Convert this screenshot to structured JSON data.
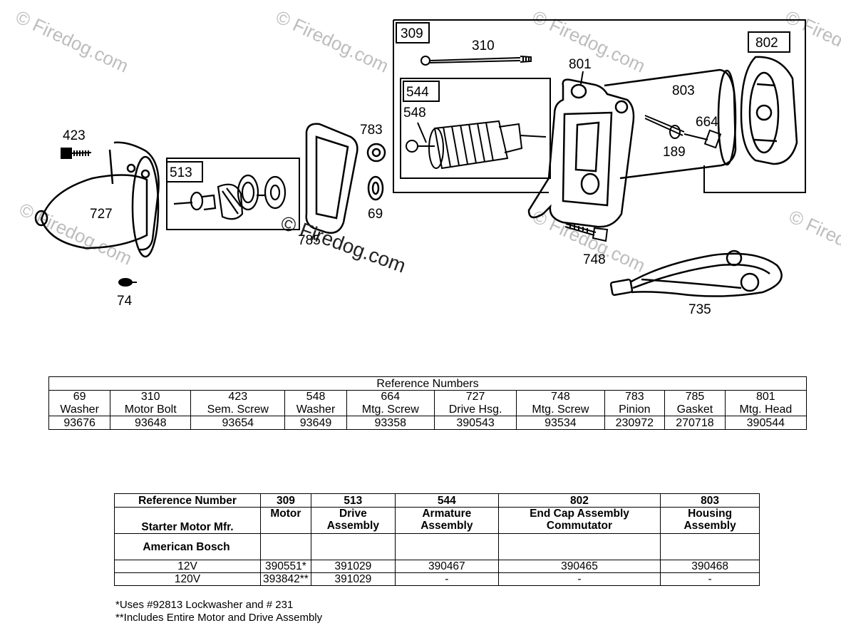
{
  "callouts": {
    "c309": "309",
    "c310": "310",
    "c544": "544",
    "c548": "548",
    "c801": "801",
    "c802": "802",
    "c803": "803",
    "c664": "664",
    "c189": "189",
    "c783": "783",
    "c69": "69",
    "c423": "423",
    "c513": "513",
    "c727": "727",
    "c74": "74",
    "c785": "785",
    "c748": "748",
    "c735": "735"
  },
  "watermark": "© Firedog.com",
  "reference_table": {
    "title": "Reference Numbers",
    "columns": [
      {
        "ref": "69",
        "name": "Washer",
        "part": "93676"
      },
      {
        "ref": "310",
        "name": "Motor Bolt",
        "part": "93648"
      },
      {
        "ref": "423",
        "name": "Sem. Screw",
        "part": "93654"
      },
      {
        "ref": "548",
        "name": "Washer",
        "part": "93649"
      },
      {
        "ref": "664",
        "name": "Mtg. Screw",
        "part": "93358"
      },
      {
        "ref": "727",
        "name": "Drive Hsg.",
        "part": "390543"
      },
      {
        "ref": "748",
        "name": "Mtg. Screw",
        "part": "93534"
      },
      {
        "ref": "783",
        "name": "Pinion",
        "part": "230972"
      },
      {
        "ref": "785",
        "name": "Gasket",
        "part": "270718"
      },
      {
        "ref": "801",
        "name": "Mtg. Head",
        "part": "390544"
      }
    ]
  },
  "manufacturer_table": {
    "header_label": "Reference Number",
    "mfr_label": "Starter Motor Mfr.",
    "columns": [
      {
        "ref": "309",
        "name": "Motor"
      },
      {
        "ref": "513",
        "name": "Drive Assembly"
      },
      {
        "ref": "544",
        "name": "Armature Assembly"
      },
      {
        "ref": "802",
        "name": "End Cap Assembly Commutator"
      },
      {
        "ref": "803",
        "name": "Housing Assembly"
      }
    ],
    "manufacturer": "American Bosch",
    "rows": [
      {
        "label": "12V",
        "values": [
          "390551*",
          "391029",
          "390467",
          "390465",
          "390468"
        ]
      },
      {
        "label": "120V",
        "values": [
          "393842**",
          "391029",
          "-",
          "-",
          "-"
        ]
      }
    ],
    "notes": [
      "*Uses #92813 Lockwasher and # 231",
      "**Includes Entire Motor and Drive Assembly"
    ]
  }
}
